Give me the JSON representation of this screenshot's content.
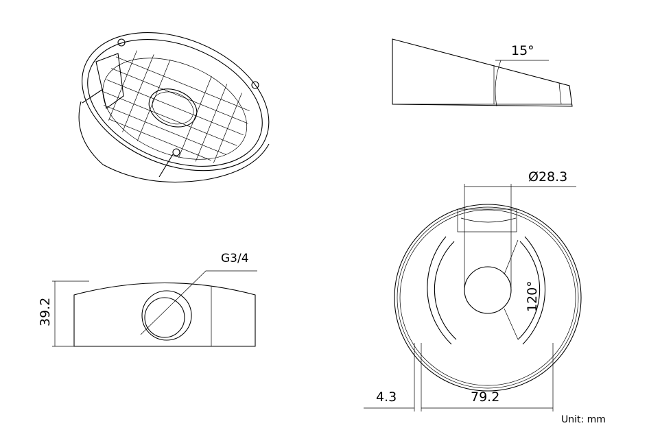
{
  "top_view": {
    "angle_label": "15°"
  },
  "front_view": {
    "height_label": "39.2",
    "thread_label": "G3/4"
  },
  "bottom_view": {
    "hole_diameter_label": "Ø28.3",
    "slot_angle_label": "120°",
    "wall_label": "4.3",
    "inner_diameter_label": "79.2"
  },
  "unit_label": "Unit:  mm"
}
